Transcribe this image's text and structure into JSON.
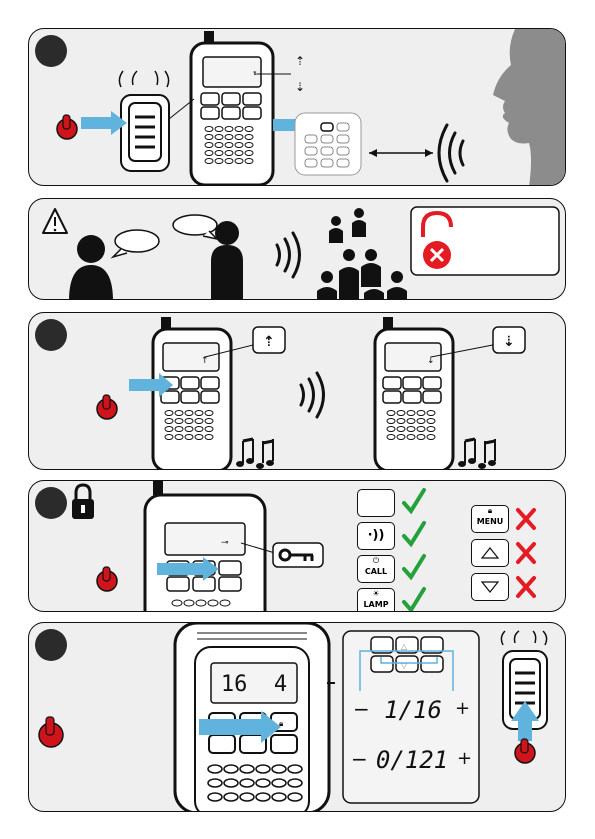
{
  "panel1": {
    "step_badge": ""
  },
  "panel2": {
    "step_badge": ""
  },
  "panel3": {
    "step_badge": ""
  },
  "panel4": {
    "step_badge": "",
    "buttons": [
      "",
      "",
      "CALL",
      "LAMP"
    ],
    "blocked_buttons": [
      "MENU",
      "",
      ""
    ]
  },
  "panel5": {
    "step_badge": "",
    "lcd_text": "16  4",
    "channel_line_1": "1/16",
    "channel_line_2": "0/121"
  },
  "colors": {
    "background": "#ffffff",
    "panel_bg": "#efefef",
    "badge": "#2b2b2b",
    "hand_red": "#d0141c",
    "arrow_blue": "#5fb3dc",
    "check_green": "#23a13a",
    "cross_red": "#e41b23",
    "speaker_gray": "#8c8c8c",
    "lcd_bg": "#f4f4f4"
  },
  "icons": {
    "speech": "speech-bubble-icon",
    "warning": "warning-triangle-icon",
    "unlock": "open-padlock-icon",
    "lock": "closed-padlock-icon",
    "key": "key-icon",
    "radio_waves": "radio-waves-icon",
    "music": "music-notes-icon",
    "check": "check-mark-icon",
    "cross": "cross-mark-icon",
    "hand": "pointing-hand-icon",
    "arrow": "blue-arrow-icon"
  }
}
